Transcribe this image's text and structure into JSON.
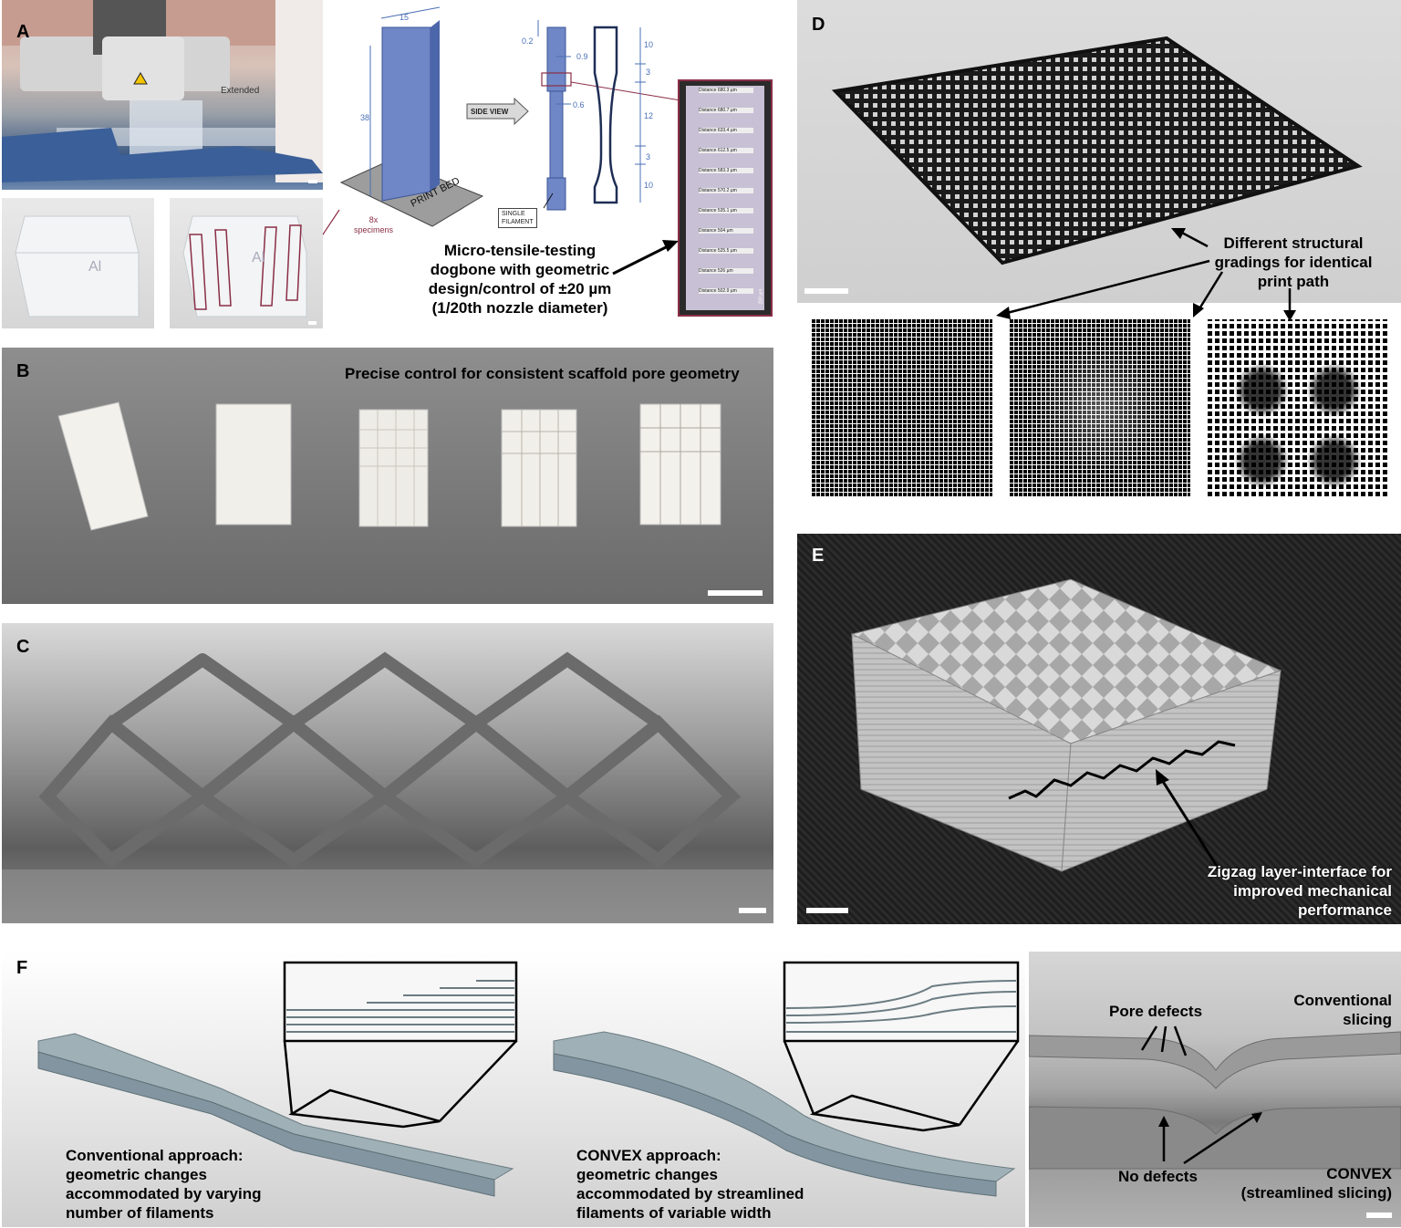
{
  "panels": {
    "a": {
      "label": "A",
      "printer_text": "Extended",
      "side_view": "SIDE VIEW",
      "print_bed": "PRINT BED",
      "specimens": "8x\nspecimens",
      "single_filament": "SINGLE\nFILAMENT",
      "dims_tall": [
        "15",
        "38"
      ],
      "dims_side": [
        "0.2",
        "0.9",
        "0.6"
      ],
      "dims_outline": [
        "10",
        "3",
        "12",
        "3",
        "10"
      ],
      "micro_distances": [
        "Distance 680.3 µm",
        "Distance 680.7 µm",
        "Distance 633.4 µm",
        "Distance 612.5 µm",
        "Distance 583.3 µm",
        "Distance 570.2 µm",
        "Distance 535.1 µm",
        "Distance 504 µm",
        "Distance 525.5 µm",
        "Distance 526 µm",
        "Distance 502.9 µm"
      ],
      "micro_scale": "200 µm",
      "caption": [
        "Micro-tensile-testing",
        "dogbone with geometric",
        "design/control of ±20 µm",
        "(1/20th nozzle diameter)"
      ]
    },
    "b": {
      "label": "B",
      "caption": "Precise control for consistent scaffold pore geometry"
    },
    "c": {
      "label": "C"
    },
    "d": {
      "label": "D",
      "caption": [
        "Different structural",
        "gradings for identical",
        "print path"
      ]
    },
    "e": {
      "label": "E",
      "caption": [
        "Zigzag layer-interface for",
        "improved mechanical",
        "performance"
      ]
    },
    "f": {
      "label": "F",
      "conventional": [
        "Conventional approach:",
        "geometric changes",
        "accommodated by varying",
        "number of filaments"
      ],
      "convex": [
        "CONVEX approach:",
        "geometric changes",
        "accommodated by streamlined",
        "filaments of variable width"
      ],
      "pore_defects": "Pore defects",
      "conventional_slicing": [
        "Conventional",
        "slicing"
      ],
      "no_defects": "No defects",
      "convex_slicing": [
        "CONVEX",
        "(streamlined slicing)"
      ]
    }
  },
  "colors": {
    "blue_specimen": "#6f87c6",
    "maroon_line": "#8a2e46",
    "dark_gray": "#3a3a3a"
  }
}
